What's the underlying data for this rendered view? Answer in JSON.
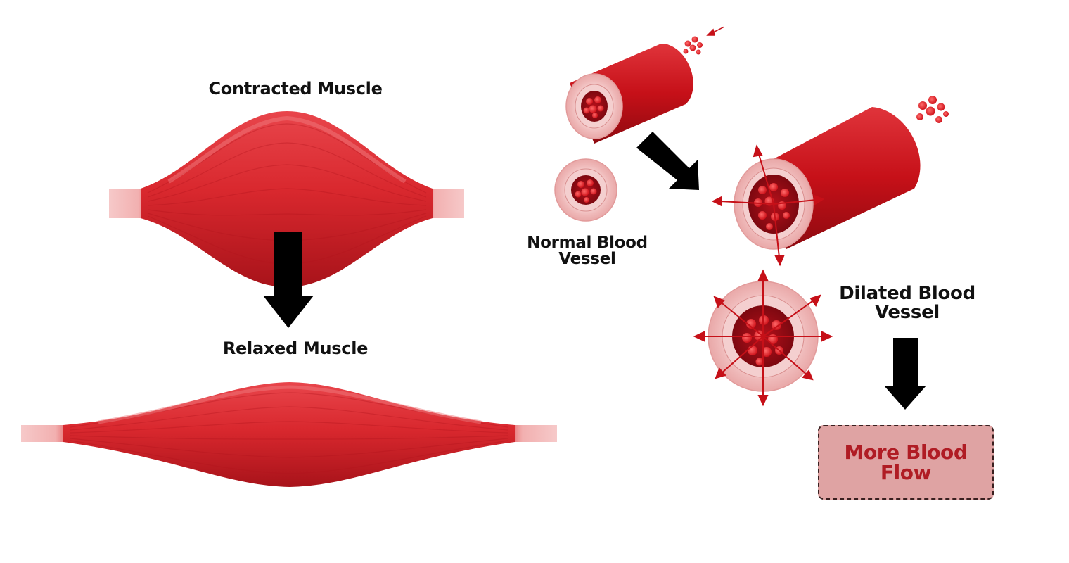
{
  "labels": {
    "contracted_muscle": "Contracted Muscle",
    "relaxed_muscle": "Relaxed Muscle",
    "normal_vessel_line1": "Normal Blood",
    "normal_vessel_line2": "Vessel",
    "dilated_vessel_line1": "Dilated Blood",
    "dilated_vessel_line2": "Vessel"
  },
  "result_box": {
    "line1": "More Blood",
    "line2": "Flow"
  },
  "colors": {
    "muscle": "#d9282e",
    "muscle_dark": "#b3151c",
    "tendon": "#f2b5b5",
    "vessel_red": "#c61018",
    "vessel_wall": "#f3c8c8",
    "arrow": "#000000",
    "box_fill": "#dfa3a3",
    "box_text": "#b01c24"
  }
}
